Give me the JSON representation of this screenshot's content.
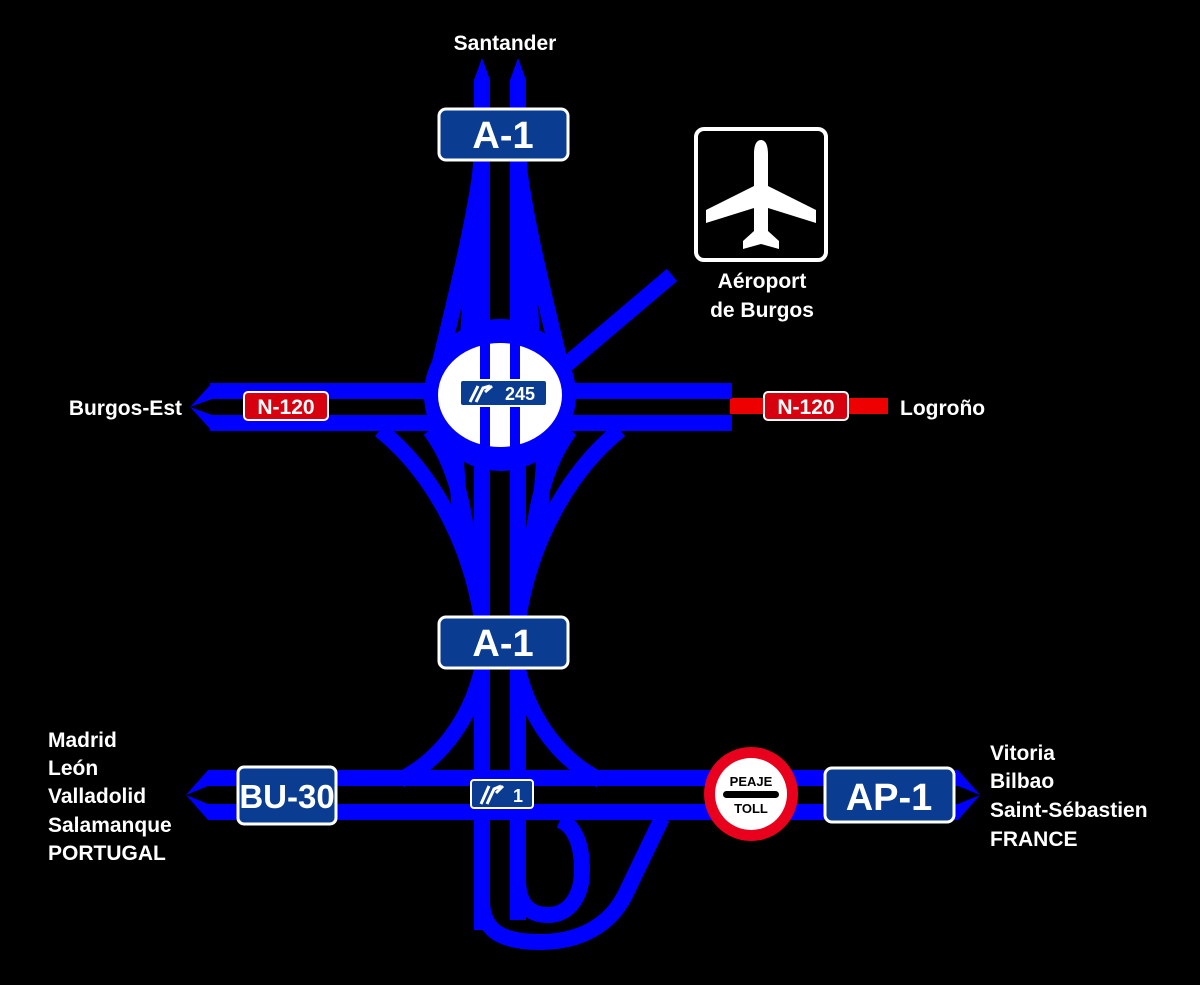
{
  "destinations": {
    "north": "Santander",
    "west": "Burgos-Est",
    "east": "Logroño",
    "airport_line1": "Aéroport",
    "airport_line2": "de Burgos",
    "southwest": [
      "Madrid",
      "León",
      "Valladolid",
      "Salamanque",
      "PORTUGAL"
    ],
    "southeast": [
      "Vitoria",
      "Bilbao",
      "Saint-Sébastien",
      "FRANCE"
    ]
  },
  "signs": {
    "a1_top": "A-1",
    "a1_mid": "A-1",
    "n120_west": "N-120",
    "n120_east": "N-120",
    "bu30": "BU-30",
    "ap1": "AP-1",
    "exit_245": "245",
    "exit_1": "1",
    "toll_line1": "PEAJE",
    "toll_line2": "TOLL"
  },
  "icons": {
    "airport": "airplane-icon",
    "exit": "exit-icon",
    "toll": "toll-icon"
  },
  "colors": {
    "background": "#000000",
    "road": "#0000ff",
    "road_toll_free": "#ee0000",
    "motorway_sign": "#0a3d91",
    "national_sign": "#d7000f",
    "toll_ring": "#e8001c"
  }
}
